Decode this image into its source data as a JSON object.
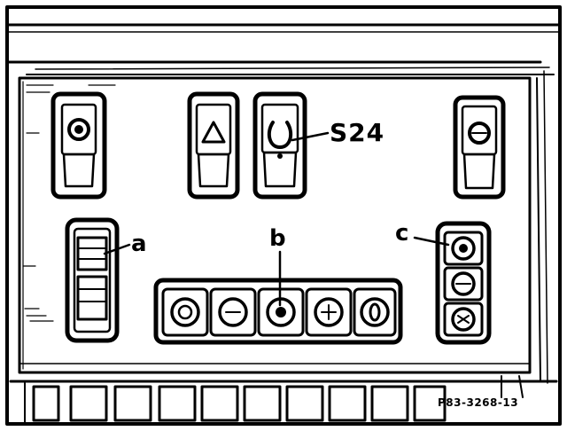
{
  "callouts": {
    "s24": "S24",
    "a": "a",
    "b": "b",
    "c": "c"
  },
  "figure_ref": "P83-3268-13",
  "icons": {
    "top_switches": [
      "round-symbol-icon",
      "hazard-warning-icon",
      "round-symbol-icon",
      "round-symbol-icon"
    ],
    "bottom_buttons": [
      "round-symbol-icon",
      "round-symbol-icon",
      "round-symbol-icon",
      "round-symbol-icon",
      "zero-symbol-icon"
    ],
    "right_buttons": [
      "round-symbol-icon",
      "auto-symbol-icon",
      "round-symbol-icon"
    ]
  },
  "colors": {
    "ink": "#000000",
    "paper": "#ffffff"
  }
}
